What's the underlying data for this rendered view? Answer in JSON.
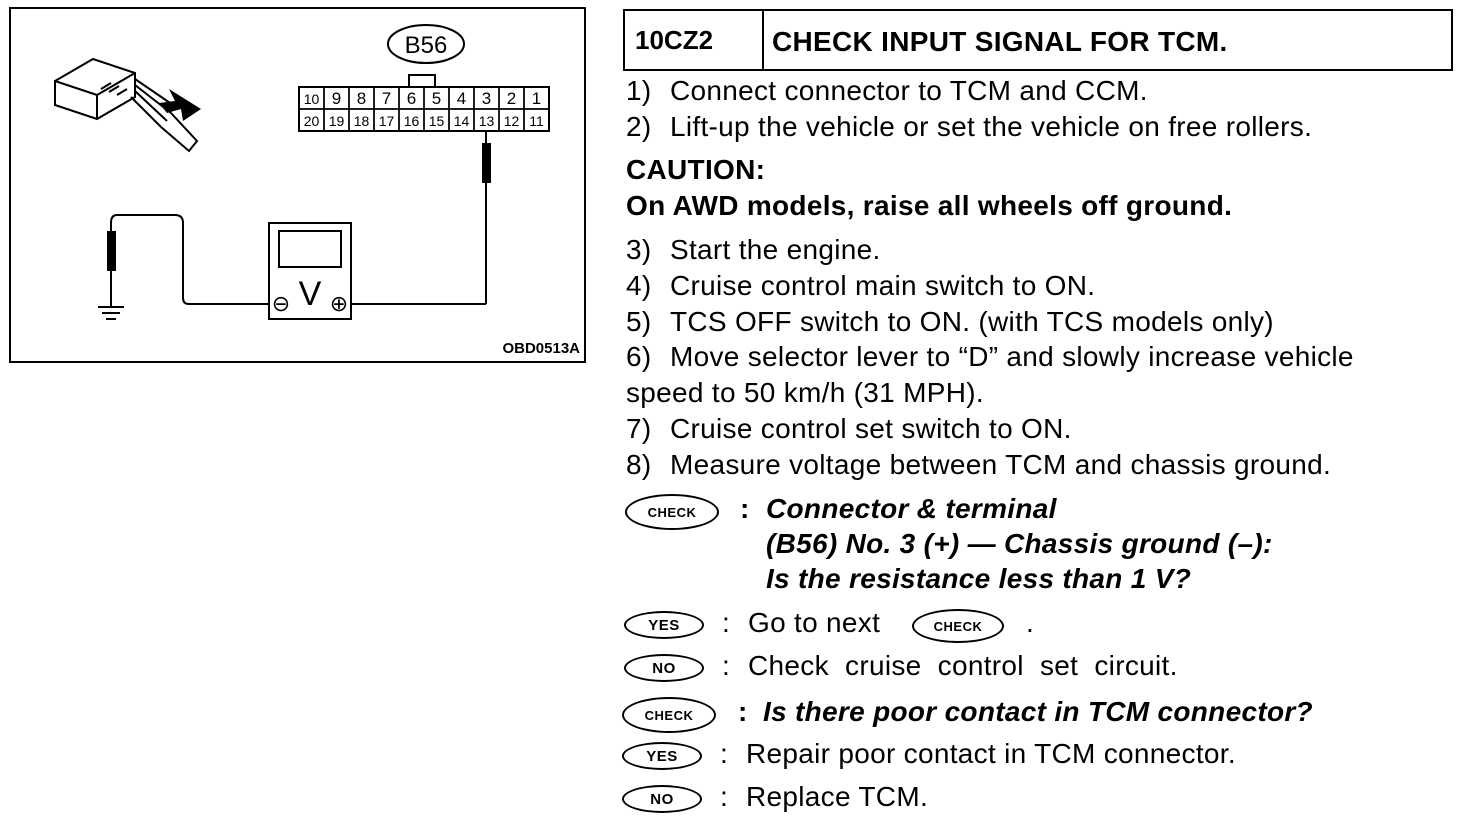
{
  "figure": {
    "connector_id": "B56",
    "pins_top": [
      "10",
      "9",
      "8",
      "7",
      "6",
      "5",
      "4",
      "3",
      "2",
      "1"
    ],
    "pins_bottom": [
      "20",
      "19",
      "18",
      "17",
      "16",
      "15",
      "14",
      "13",
      "12",
      "11"
    ],
    "meter_symbol": "V",
    "meter_neg": "⊖",
    "meter_pos": "⊕",
    "figure_code": "OBD0513A"
  },
  "step": {
    "code": "10CZ2",
    "title": "CHECK INPUT SIGNAL FOR TCM."
  },
  "instructions": {
    "step1": {
      "num": "1)",
      "text": "Connect connector to TCM and CCM."
    },
    "step2": {
      "num": "2)",
      "text": "Lift-up the vehicle or set the vehicle on free rollers."
    },
    "caution_title": "CAUTION:",
    "caution_text": "On AWD models, raise all wheels off ground.",
    "step3": {
      "num": "3)",
      "text": "Start the engine."
    },
    "step4": {
      "num": "4)",
      "text": "Cruise control main switch to ON."
    },
    "step5": {
      "num": "5)",
      "text": "TCS OFF switch to ON. (with TCS models only)"
    },
    "step6": {
      "num": "6)",
      "text": "Move selector lever to “D” and slowly increase vehicle"
    },
    "step6_cont": "speed to 50 km/h (31 MPH).",
    "step7": {
      "num": "7)",
      "text": "Cruise control set switch to ON."
    },
    "step8": {
      "num": "8)",
      "text": "Measure voltage between TCM and chassis ground."
    }
  },
  "check1": {
    "badge": "CHECK",
    "line1": "Connector & terminal",
    "line2": "(B56) No. 3 (+) — Chassis ground (–):",
    "line3": "Is the resistance less than 1 V?",
    "yes_badge": "YES",
    "yes_text": "Go to next",
    "yes_inline_badge": "CHECK",
    "yes_end": ".",
    "no_badge": "NO",
    "no_text": "Check  cruise  control  set  circuit."
  },
  "check2": {
    "badge": "CHECK",
    "question": "Is there poor contact in TCM connector?",
    "yes_badge": "YES",
    "yes_text": "Repair poor contact in TCM connector.",
    "no_badge": "NO",
    "no_text": "Replace TCM."
  },
  "colon": ":"
}
